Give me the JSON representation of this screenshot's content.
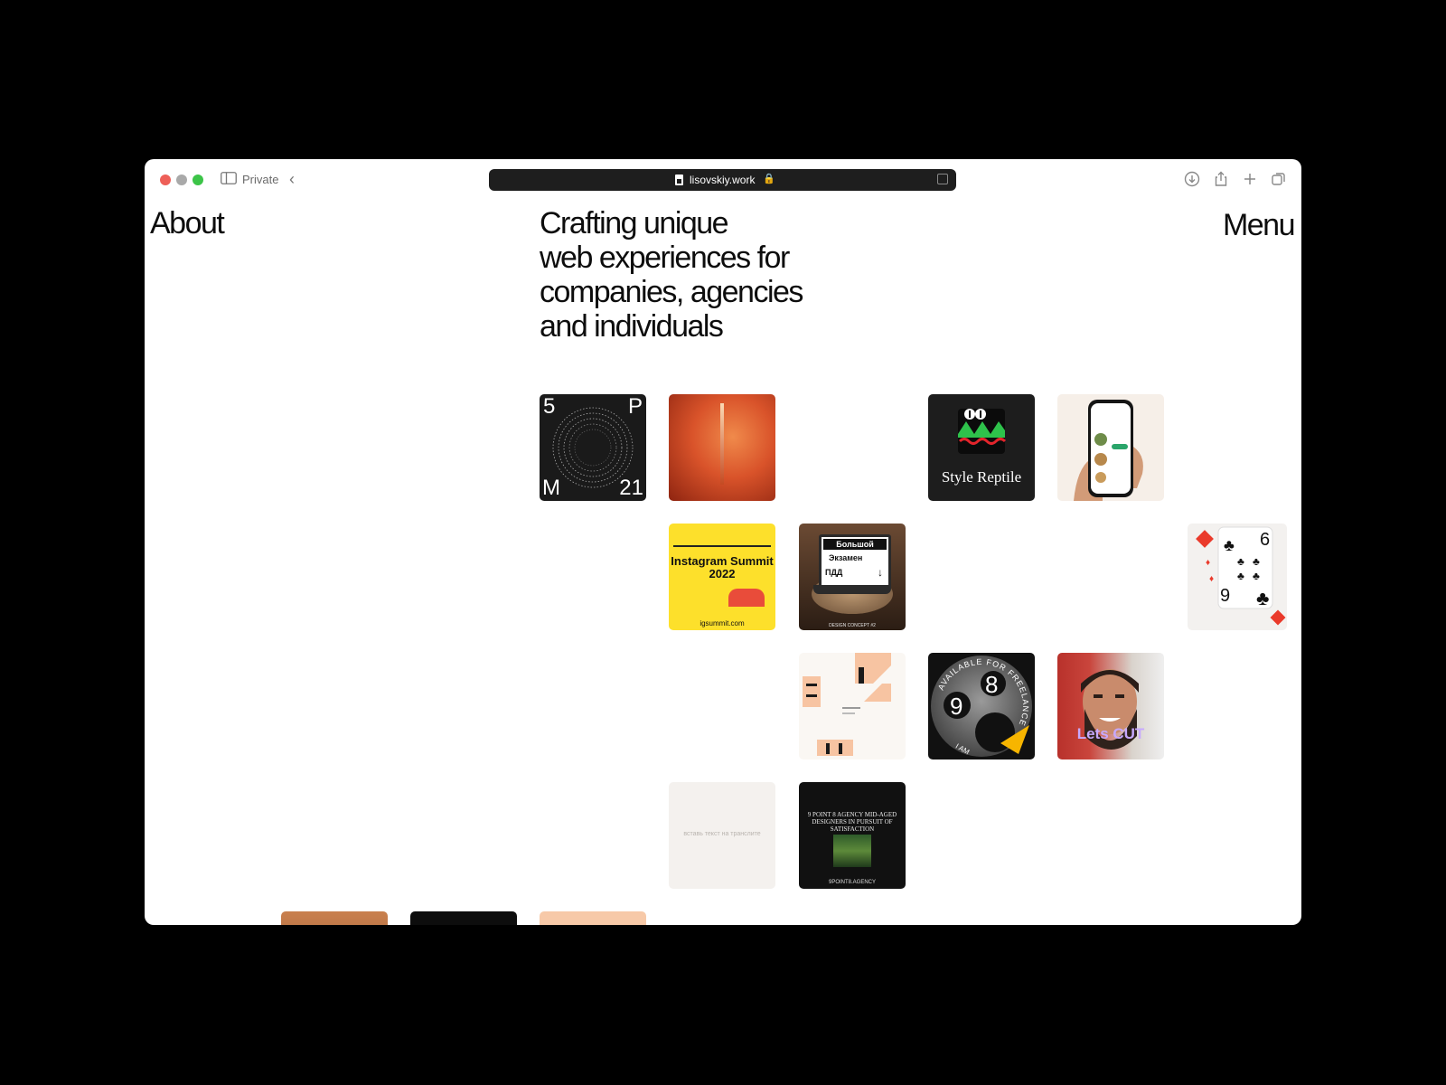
{
  "browser": {
    "private_label": "Private",
    "url": "lisovskiy.work"
  },
  "header": {
    "about": "About",
    "menu": "Menu",
    "headline_lines": [
      "Crafting unique",
      "web experiences for",
      "companies, agencies",
      "and individuals"
    ]
  },
  "tiles": {
    "spm": {
      "t1": "5",
      "t2": "P",
      "t3": "M",
      "t4": "21"
    },
    "style_reptile": {
      "title": "Style Reptile"
    },
    "instagram": {
      "title_line1": "Instagram Summit",
      "title_line2": "2022",
      "domain": "igsummit.com"
    },
    "exam": {
      "line1": "Большой",
      "line2": "Экзамен",
      "line3": "ПДД",
      "caption": "DESIGN CONCEPT #2"
    },
    "freelance": {
      "ring_text": "AVAILABLE FOR FREELANCE",
      "n1": "9",
      "n2": "8",
      "bottom": "I AM"
    },
    "portrait": {
      "caption": "Lets CUT"
    },
    "cards": {
      "c1": "6",
      "c2": "9"
    },
    "placeholder": {
      "text": "вставь текст на транслите"
    },
    "agency": {
      "headline": "9 POINT 8 AGENCY MID-AGED DESIGNERS IN PURSUIT OF SATISFACTION",
      "footer": "9POINT8.AGENCY"
    }
  },
  "colors": {
    "page_bg": "#000000",
    "window_bg": "#ffffff",
    "urlbar_bg": "#1e1e1e",
    "yellow": "#fde02b",
    "tile_dark": "#1d1d1d"
  }
}
